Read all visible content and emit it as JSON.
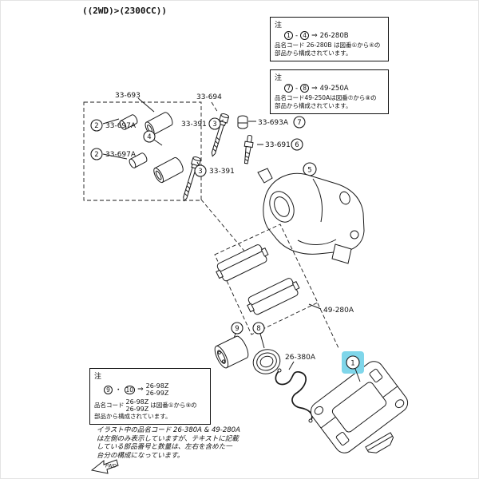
{
  "page": {
    "variant_label": "((2WD)>(2300CC))",
    "fwd_label": "FWD",
    "highlight_color": "#7fd6ea"
  },
  "note_26_280b": {
    "title": "注",
    "from": "1",
    "dash": "-",
    "to": "4",
    "arrow": "⇒",
    "code": "26-280B",
    "desc_line1": "品名コード 26-280B は図番①から④の",
    "desc_line2": "部品から構成されています。"
  },
  "note_49_250a": {
    "title": "注",
    "from": "7",
    "dash": "-",
    "to": "8",
    "arrow": "⇒",
    "code": "49-250A",
    "desc_line1": "品名コード49-250Aは図番⑦から⑧の",
    "desc_line2": "部品から構成されています。"
  },
  "note_26_98z": {
    "title": "注",
    "from": "9",
    "dash": "・",
    "to": "10",
    "arrow": "⇒",
    "code_top": "26-98Z",
    "code_bottom": "26-99Z",
    "desc_lead": "品名コード",
    "desc_code_top": "26-98Z",
    "desc_code_bottom": "26-99Z",
    "desc_tail": "は図番①から⑨の",
    "desc_line2": "部品から構成されています。"
  },
  "footnote": {
    "line1": "イラスト中の品名コード 26-380A & 49-280A",
    "line2": "は左側のみ表示していますが、テキストに記載",
    "line3": "している部品番号と数量は、左右を含めた一",
    "line4": "台分の構成になっています。"
  },
  "diagram": {
    "labels": {
      "l33_693": "33-693",
      "l33_694": "33-694",
      "l33_697a_1": "33-697A",
      "l33_697a_2": "33-697A",
      "l33_391_1": "33-391",
      "l33_391_2": "33-391",
      "l33_693a": "33-693A",
      "l33_691": "33-691",
      "l49_280a": "49-280A",
      "l26_380a": "26-380A"
    },
    "callouts": {
      "c1": "1",
      "c2a": "2",
      "c2b": "2",
      "c3a": "3",
      "c3b": "3",
      "c4": "4",
      "c5": "5",
      "c6": "6",
      "c7": "7",
      "c8": "8",
      "c9": "9"
    }
  }
}
